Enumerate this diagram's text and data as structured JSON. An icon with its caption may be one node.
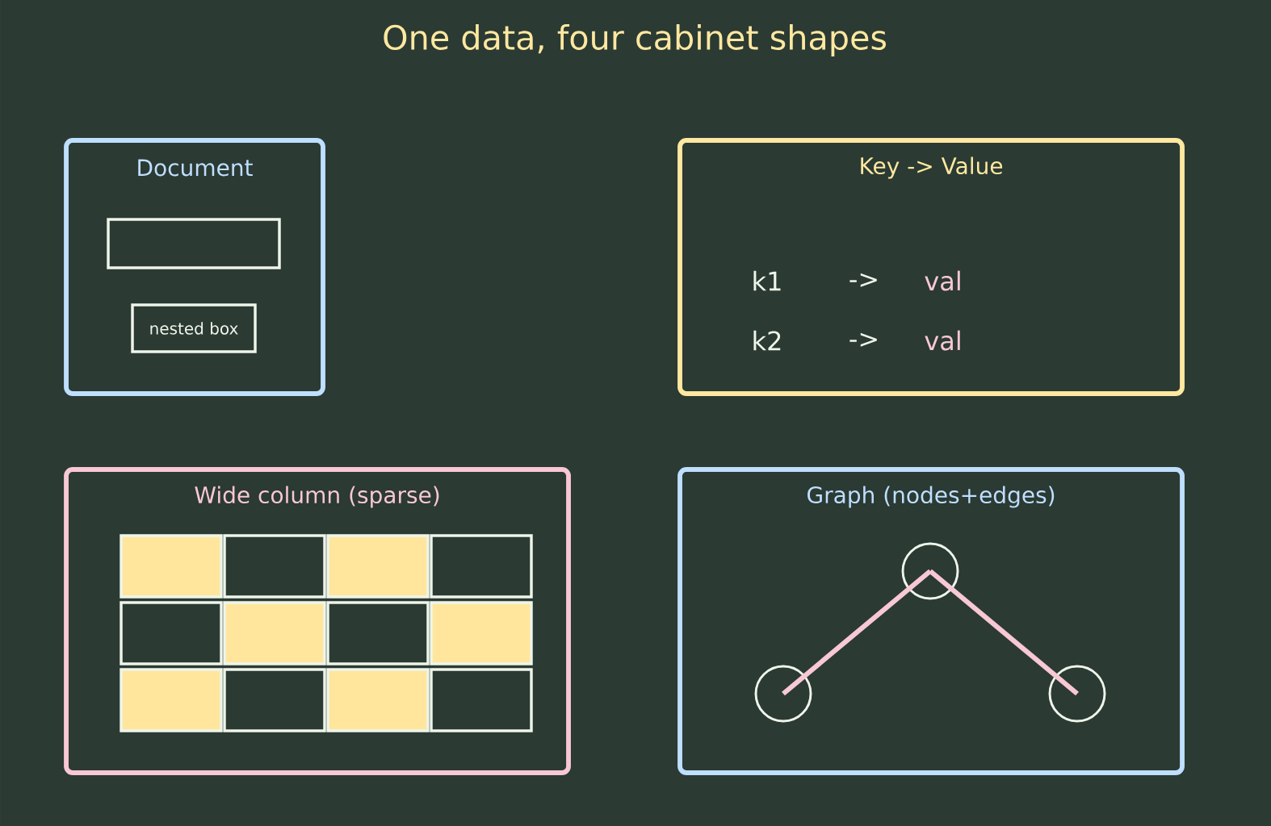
{
  "diagram": {
    "title": "One data, four cabinet shapes",
    "nodes": [
      {
        "text": [
          "Document"
        ]
      },
      {
        "text": [],
        "shape": "box",
        "in": 0
      },
      {
        "text": [
          "nested box"
        ],
        "in": 0
      },
      {
        "text": [
          "Key -> Value",
          "k1",
          "->",
          "val",
          "k2",
          "->",
          "val"
        ]
      },
      {
        "text": [
          "Wide column (sparse)"
        ]
      },
      {
        "text": [
          "Graph (nodes+edges)"
        ]
      },
      {
        "text": [],
        "shape": "circle",
        "in": 5
      },
      {
        "text": [],
        "shape": "circle",
        "in": 5
      },
      {
        "text": [],
        "shape": "circle",
        "in": 5
      }
    ],
    "edges": [
      {
        "from": 6,
        "to": 7,
        "arrow": "none"
      },
      {
        "from": 7,
        "to": 8,
        "arrow": "none"
      }
    ]
  }
}
